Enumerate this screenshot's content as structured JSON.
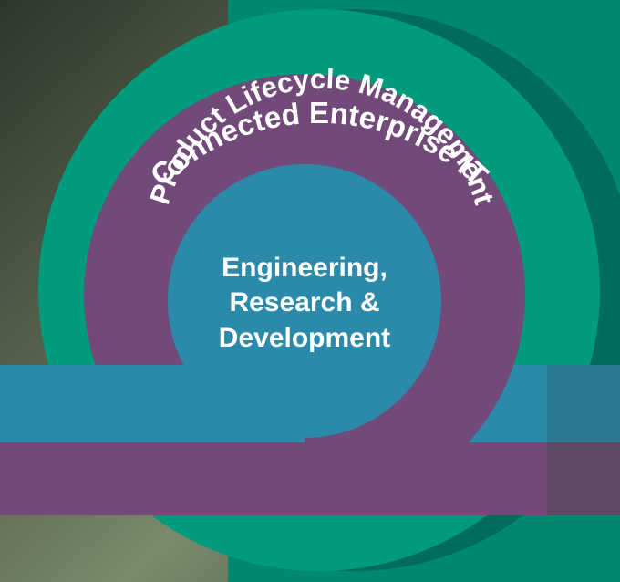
{
  "diagram": {
    "outer_ring_label": "Connected Enterprise IT",
    "middle_ring_label": "Product Lifecycle Management",
    "center_label_lines": [
      "Engineering,",
      "Research &",
      "Development"
    ]
  },
  "colors": {
    "teal_green": "#009a7c",
    "dark_teal": "#007260",
    "purple": "#724a7a",
    "blue_teal": "#2b8aa9",
    "background_photo": "#3f4d3f"
  }
}
